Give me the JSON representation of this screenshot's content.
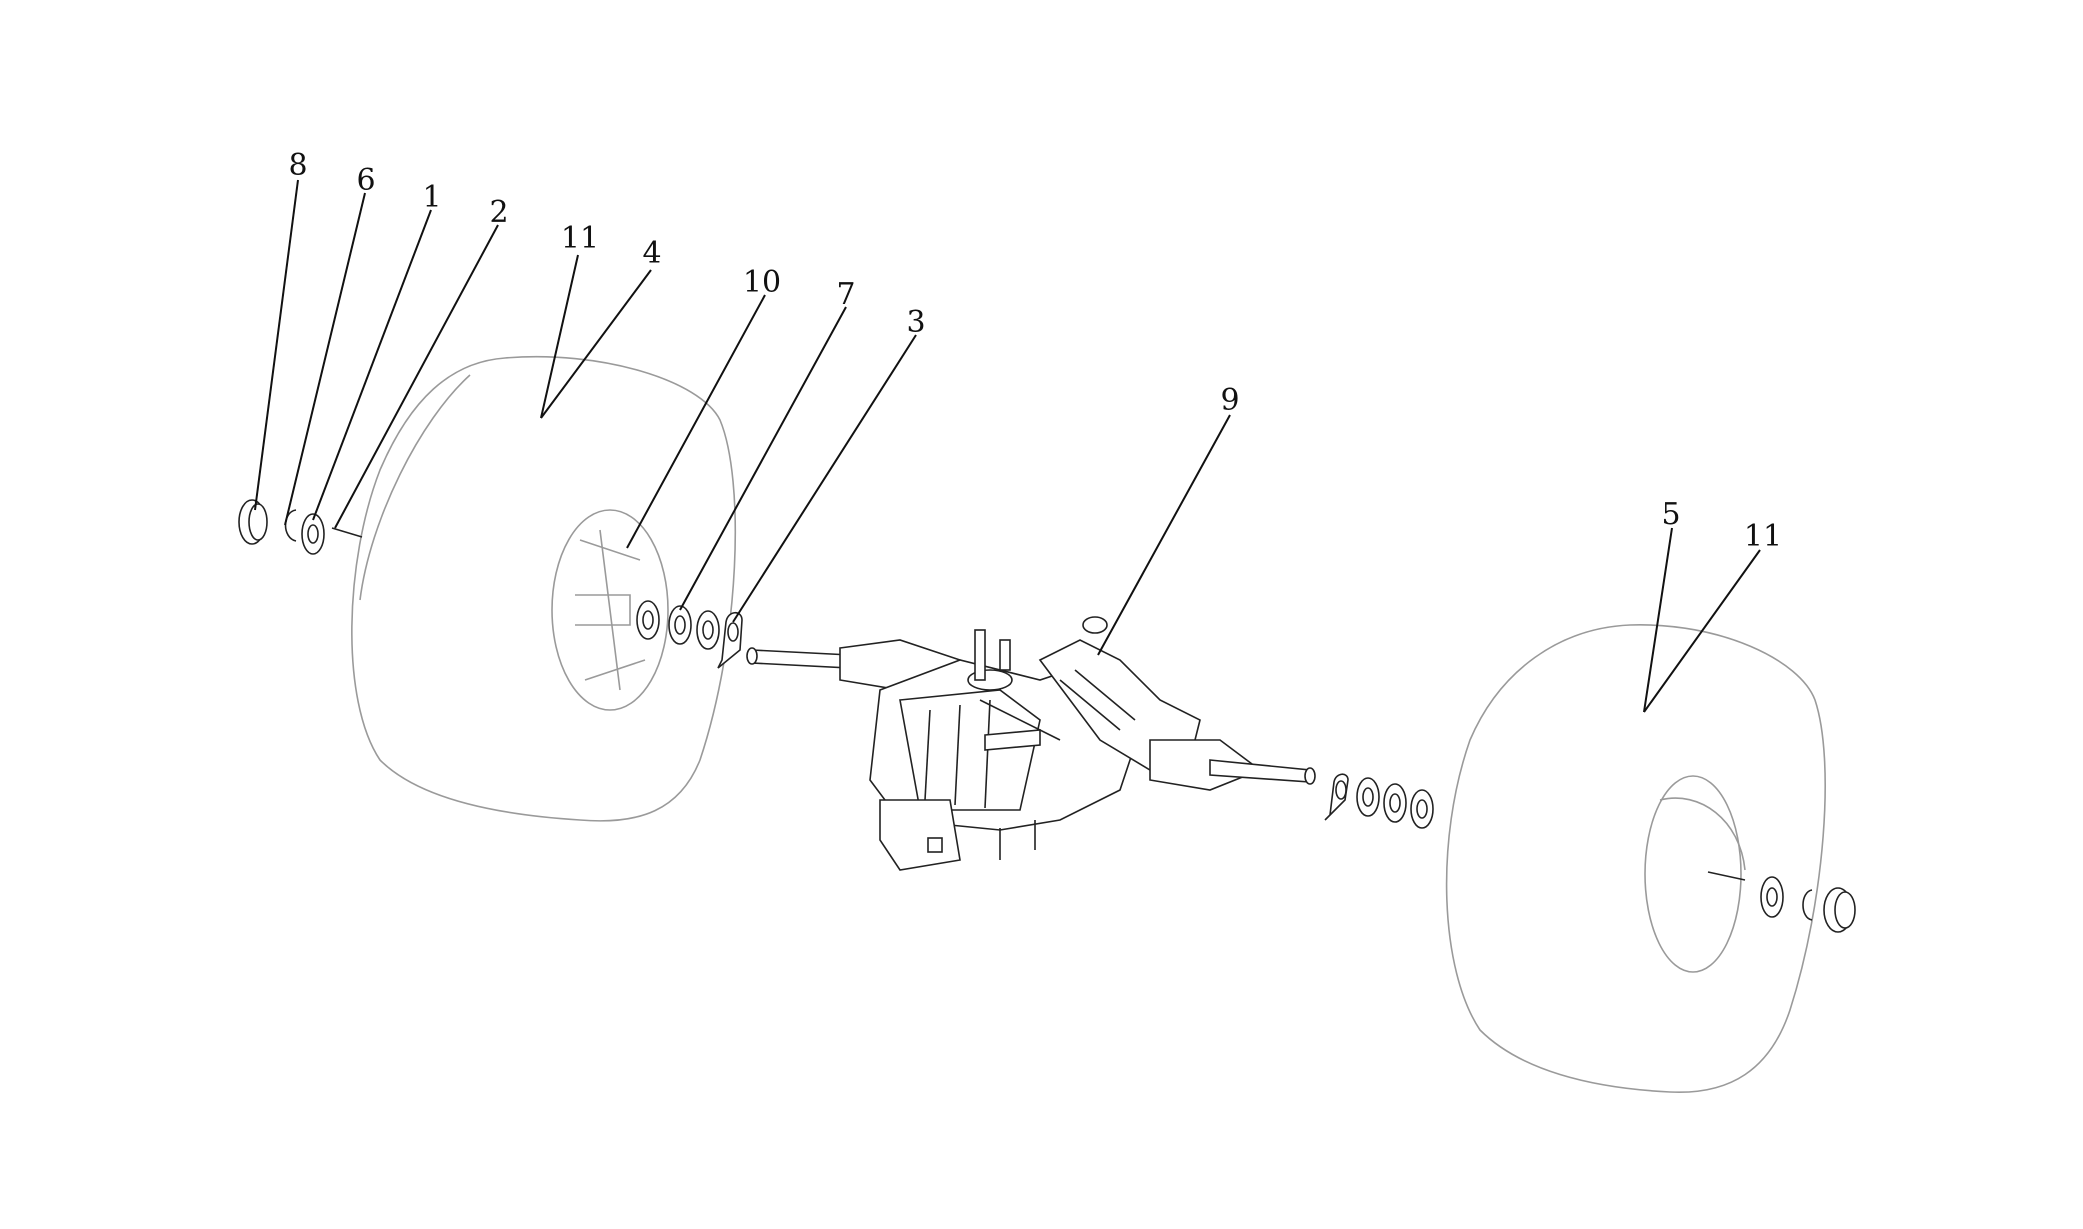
{
  "callouts": [
    {
      "id": "c8a",
      "label": "8"
    },
    {
      "id": "c6a",
      "label": "6"
    },
    {
      "id": "c1",
      "label": "1"
    },
    {
      "id": "c2",
      "label": "2"
    },
    {
      "id": "c11a",
      "label": "11"
    },
    {
      "id": "c4",
      "label": "4"
    },
    {
      "id": "c10",
      "label": "10"
    },
    {
      "id": "c7",
      "label": "7"
    },
    {
      "id": "c3",
      "label": "3"
    },
    {
      "id": "c9",
      "label": "9"
    },
    {
      "id": "c5",
      "label": "5"
    },
    {
      "id": "c11b",
      "label": "11"
    }
  ],
  "colors": {
    "line": "#111111",
    "part_outline": "#9a9a9a",
    "part_dark": "#222222",
    "background": "#ffffff"
  }
}
